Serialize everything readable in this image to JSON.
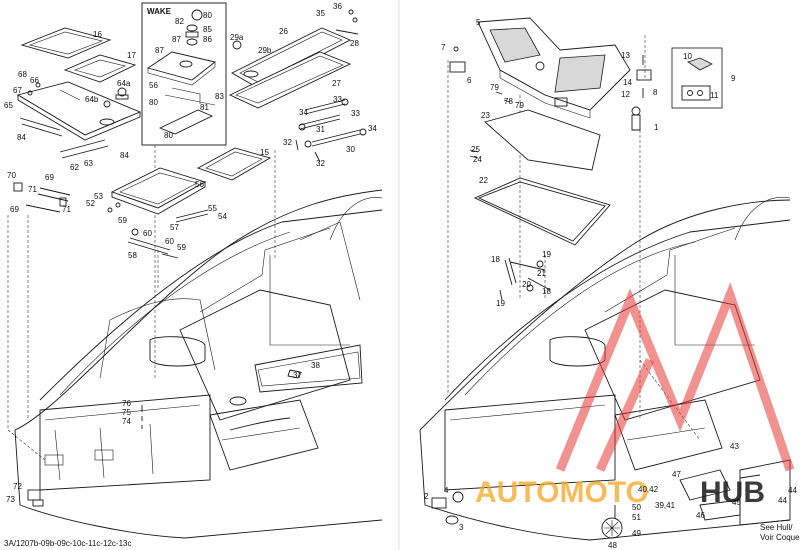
{
  "wake_title": "WAKE",
  "see_hull": "See Hull/\nVoir Coque",
  "see_hull_line1": "See Hull/",
  "see_hull_line2": "Voir Coque",
  "ref_code": "3A/1207b-09b-09c-10c-11c-12c-13c",
  "watermark": {
    "part1": "AUTOMOTO",
    "part2": "HUB",
    "color": "#e53935",
    "color2": "#f5a623"
  },
  "labels": [
    {
      "id": "l16",
      "t": "16"
    },
    {
      "id": "l17",
      "t": "17"
    },
    {
      "id": "l64a",
      "t": "64a"
    },
    {
      "id": "l64b",
      "t": "64b"
    },
    {
      "id": "l68",
      "t": "68"
    },
    {
      "id": "l66",
      "t": "66"
    },
    {
      "id": "l67",
      "t": "67"
    },
    {
      "id": "l65",
      "t": "65"
    },
    {
      "id": "l84a",
      "t": "84"
    },
    {
      "id": "l84b",
      "t": "84"
    },
    {
      "id": "l62",
      "t": "62"
    },
    {
      "id": "l63",
      "t": "63"
    },
    {
      "id": "l82",
      "t": "82"
    },
    {
      "id": "l80a",
      "t": "80"
    },
    {
      "id": "l85",
      "t": "85"
    },
    {
      "id": "l86",
      "t": "86"
    },
    {
      "id": "l87a",
      "t": "87"
    },
    {
      "id": "l87b",
      "t": "87"
    },
    {
      "id": "l56a",
      "t": "56"
    },
    {
      "id": "l80b",
      "t": "80"
    },
    {
      "id": "l81",
      "t": "81"
    },
    {
      "id": "l83",
      "t": "83"
    },
    {
      "id": "l80c",
      "t": "80"
    },
    {
      "id": "l36",
      "t": "36"
    },
    {
      "id": "l35",
      "t": "35"
    },
    {
      "id": "l26",
      "t": "26"
    },
    {
      "id": "l28",
      "t": "28"
    },
    {
      "id": "l29a",
      "t": "29a"
    },
    {
      "id": "l29b",
      "t": "29b"
    },
    {
      "id": "l27",
      "t": "27"
    },
    {
      "id": "l33a",
      "t": "33"
    },
    {
      "id": "l33b",
      "t": "33"
    },
    {
      "id": "l34a",
      "t": "34"
    },
    {
      "id": "l34b",
      "t": "34"
    },
    {
      "id": "l31",
      "t": "31"
    },
    {
      "id": "l32a",
      "t": "32"
    },
    {
      "id": "l32b",
      "t": "32"
    },
    {
      "id": "l30",
      "t": "30"
    },
    {
      "id": "l15",
      "t": "15"
    },
    {
      "id": "l56b",
      "t": "56"
    },
    {
      "id": "l70",
      "t": "70"
    },
    {
      "id": "l71a",
      "t": "71"
    },
    {
      "id": "l69a",
      "t": "69"
    },
    {
      "id": "l69b",
      "t": "69"
    },
    {
      "id": "l71b",
      "t": "71"
    },
    {
      "id": "l53",
      "t": "53"
    },
    {
      "id": "l52",
      "t": "52"
    },
    {
      "id": "l55",
      "t": "55"
    },
    {
      "id": "l57",
      "t": "57"
    },
    {
      "id": "l54",
      "t": "54"
    },
    {
      "id": "l59a",
      "t": "59"
    },
    {
      "id": "l60a",
      "t": "60"
    },
    {
      "id": "l60b",
      "t": "60"
    },
    {
      "id": "l59b",
      "t": "59"
    },
    {
      "id": "l58",
      "t": "58"
    },
    {
      "id": "l38",
      "t": "38"
    },
    {
      "id": "l37",
      "t": "37"
    },
    {
      "id": "l76",
      "t": "76"
    },
    {
      "id": "l75",
      "t": "75"
    },
    {
      "id": "l74",
      "t": "74"
    },
    {
      "id": "l72",
      "t": "72"
    },
    {
      "id": "l73",
      "t": "73"
    },
    {
      "id": "l5",
      "t": "5"
    },
    {
      "id": "l7",
      "t": "7"
    },
    {
      "id": "l6",
      "t": "6"
    },
    {
      "id": "l13",
      "t": "13"
    },
    {
      "id": "l10",
      "t": "10"
    },
    {
      "id": "l9",
      "t": "9"
    },
    {
      "id": "l14",
      "t": "14"
    },
    {
      "id": "l8",
      "t": "8"
    },
    {
      "id": "l12",
      "t": "12"
    },
    {
      "id": "l11",
      "t": "11"
    },
    {
      "id": "l79a",
      "t": "79"
    },
    {
      "id": "l78",
      "t": "78"
    },
    {
      "id": "l79b",
      "t": "79"
    },
    {
      "id": "l23",
      "t": "23"
    },
    {
      "id": "l1",
      "t": "1"
    },
    {
      "id": "l25",
      "t": "25"
    },
    {
      "id": "l24",
      "t": "24"
    },
    {
      "id": "l22",
      "t": "22"
    },
    {
      "id": "l19a",
      "t": "19"
    },
    {
      "id": "l18a",
      "t": "18"
    },
    {
      "id": "l21",
      "t": "21"
    },
    {
      "id": "l20",
      "t": "20"
    },
    {
      "id": "l19b",
      "t": "19"
    },
    {
      "id": "l18b",
      "t": "18"
    },
    {
      "id": "l43",
      "t": "43"
    },
    {
      "id": "l47",
      "t": "47"
    },
    {
      "id": "l4",
      "t": "4"
    },
    {
      "id": "l2",
      "t": "2"
    },
    {
      "id": "l3",
      "t": "3"
    },
    {
      "id": "l4042",
      "t": "40,42"
    },
    {
      "id": "l3941",
      "t": "39,41"
    },
    {
      "id": "l44a",
      "t": "44"
    },
    {
      "id": "l44b",
      "t": "44"
    },
    {
      "id": "l45",
      "t": "45"
    },
    {
      "id": "l46",
      "t": "46"
    },
    {
      "id": "l50",
      "t": "50"
    },
    {
      "id": "l51",
      "t": "51"
    },
    {
      "id": "l49",
      "t": "49"
    },
    {
      "id": "l48",
      "t": "48"
    }
  ]
}
